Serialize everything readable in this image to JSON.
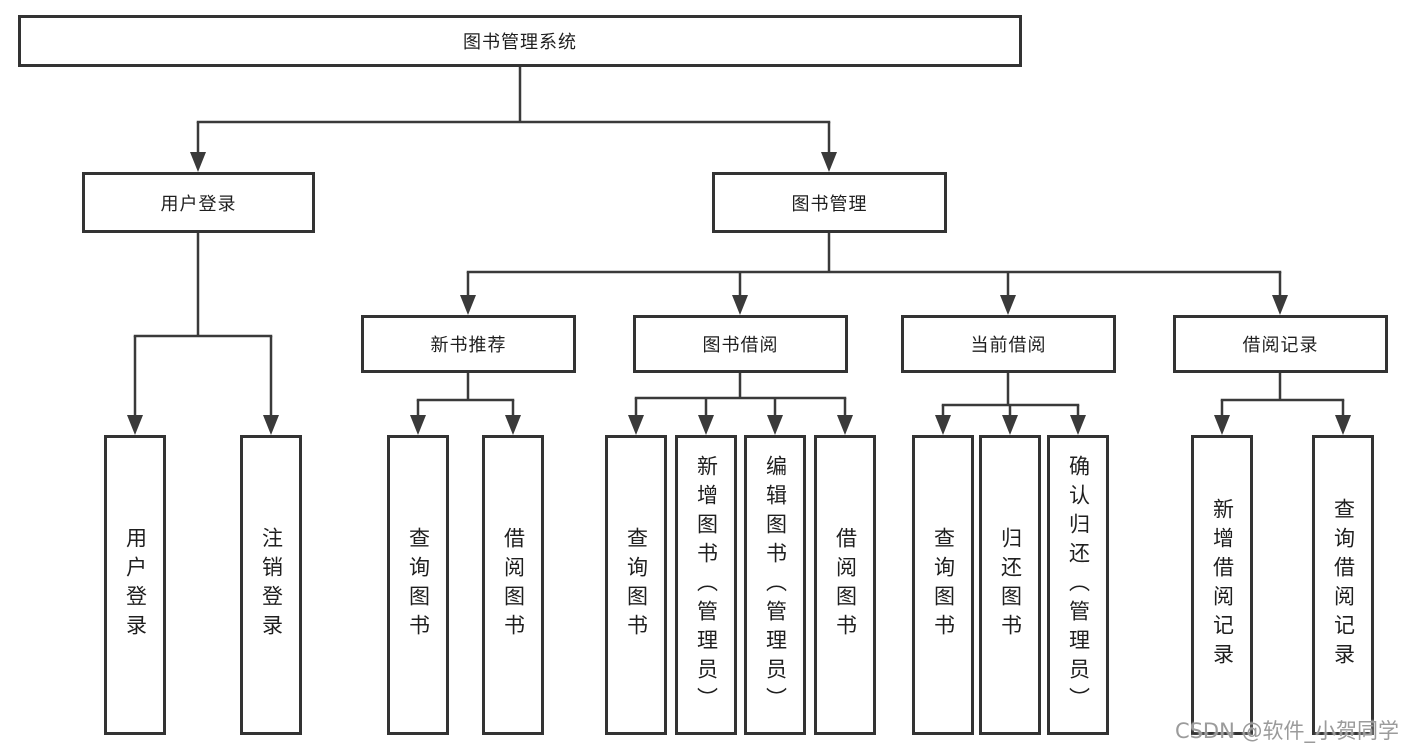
{
  "diagram": {
    "root": "图书管理系统",
    "branches": {
      "user_login": "用户登录",
      "book_mgmt": "图书管理"
    },
    "categories": {
      "new_books": "新书推荐",
      "borrow": "图书借阅",
      "current": "当前借阅",
      "records": "借阅记录"
    },
    "leaves": {
      "user_login": "用户登录",
      "logout": "注销登录",
      "nb_query": "查询图书",
      "nb_borrow": "借阅图书",
      "bb_query": "查询图书",
      "bb_add": "新增图书（管理员）",
      "bb_edit": "编辑图书（管理员）",
      "bb_borrow": "借阅图书",
      "cb_query": "查询图书",
      "cb_return": "归还图书",
      "cb_confirm": "确认归还（管理员）",
      "rec_add": "新增借阅记录",
      "rec_query": "查询借阅记录"
    }
  },
  "watermark": "CSDN @软件_小贺同学",
  "colors": {
    "line": "#3a3a3a",
    "border": "#333333",
    "text": "#1f1f1f",
    "watermark": "#9b9b9b",
    "background": "#ffffff"
  }
}
